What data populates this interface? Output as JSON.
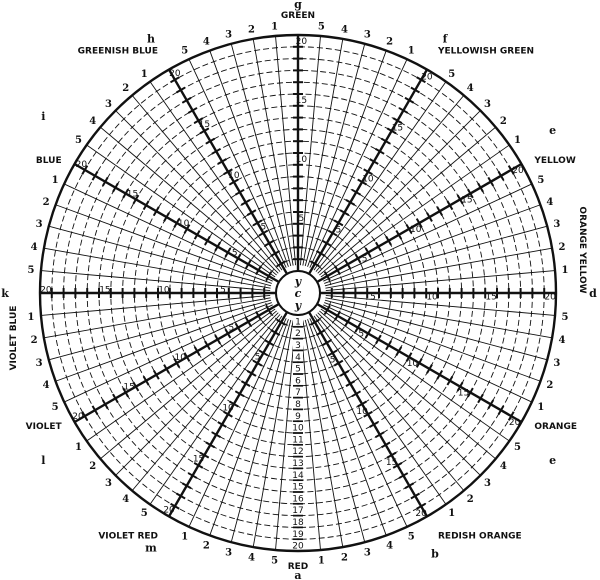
{
  "diagram": {
    "title": "Colour circle",
    "center_letters": [
      "y",
      "c",
      "y"
    ],
    "levels": 20,
    "main_tick_labels": [
      "5",
      "10",
      "15",
      "20"
    ],
    "minor_rim_labels": [
      "5",
      "4",
      "3",
      "2",
      "1"
    ],
    "colors": [
      {
        "name": "GREEN",
        "letter": "g"
      },
      {
        "name": "YELLOWISH GREEN",
        "letter": "f"
      },
      {
        "name": "YELLOW",
        "letter": "e"
      },
      {
        "name": "ORANGE YELLOW",
        "letter": "d"
      },
      {
        "name": "ORANGE",
        "letter": "e"
      },
      {
        "name": "REDISH ORANGE",
        "letter": "b"
      },
      {
        "name": "RED",
        "letter": "a"
      },
      {
        "name": "VIOLET RED",
        "letter": "m"
      },
      {
        "name": "VIOLET",
        "letter": "l"
      },
      {
        "name": "VIOLET BLUE",
        "letter": "k"
      },
      {
        "name": "BLUE",
        "letter": "i"
      },
      {
        "name": "GREENISH BLUE",
        "letter": "h"
      }
    ],
    "ink_color": "#111111"
  }
}
